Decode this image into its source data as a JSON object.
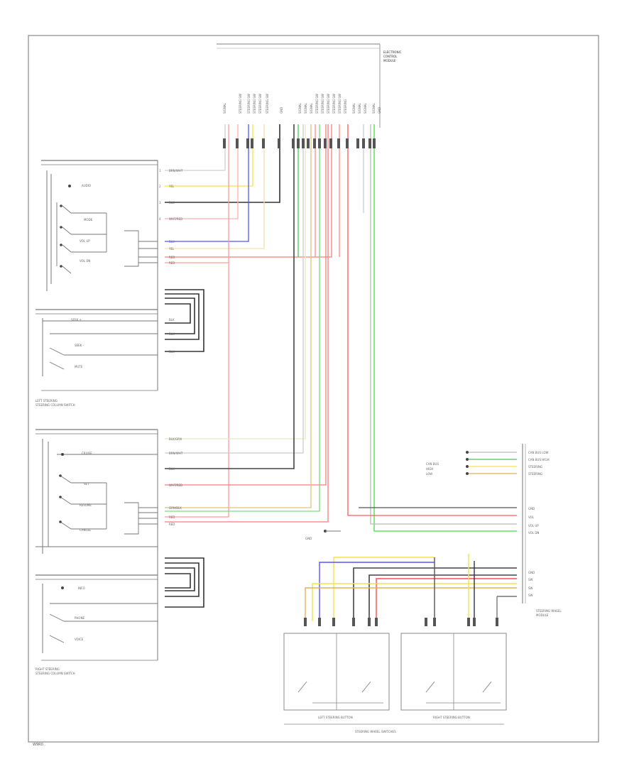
{
  "diagram": {
    "footer_code": "W9R0..",
    "harness_connectors": {
      "top_module_label": "ELECTRONIC\nCONTROL\nMODULE",
      "bottom_right_label": "STEERING WHEEL\nMODULE",
      "left_top_group": "LEFT STEERING\nSTEERING COLUMN SWITCH",
      "left_bottom_group": "RIGHT STEERING\nSTEERING COLUMN SWITCH",
      "bottom_buttons_left": "LEFT STEERING BUTTON",
      "bottom_buttons_right": "RIGHT STEERING BUTTON",
      "bottom_group_label": "STEERING WHEEL SWITCHES"
    },
    "colors": {
      "frame": "#888888",
      "wire_red": "#ff5a5a",
      "wire_pink": "#ffb0b0",
      "wire_green": "#44dd44",
      "wire_yellow": "#f2e24a",
      "wire_cream": "#f0e2b0",
      "wire_blue": "#5555ff",
      "wire_black": "#333333",
      "wire_gray": "#bbbbbb",
      "wire_orange": "#e0b060"
    }
  }
}
